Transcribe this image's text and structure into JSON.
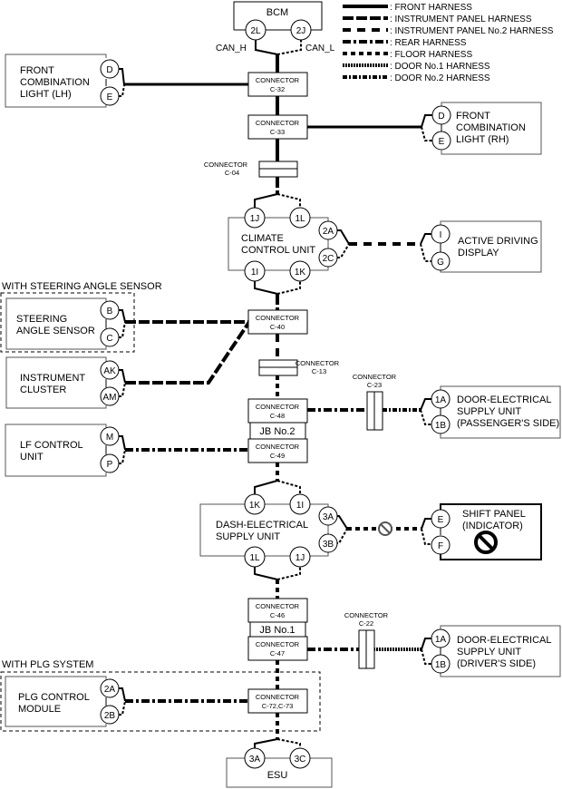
{
  "legend": [
    {
      "style": "front",
      "label": ": FRONT HARNESS"
    },
    {
      "style": "ip",
      "label": ": INSTRUMENT PANEL HARNESS"
    },
    {
      "style": "ip2",
      "label": ": INSTRUMENT PANEL No.2 HARNESS"
    },
    {
      "style": "rear",
      "label": ": REAR HARNESS"
    },
    {
      "style": "floor",
      "label": ": FLOOR HARNESS"
    },
    {
      "style": "door1",
      "label": ": DOOR No.1 HARNESS"
    },
    {
      "style": "door2",
      "label": ": DOOR No.2 HARNESS"
    }
  ],
  "bcm": {
    "name": "BCM",
    "pins": [
      "2L",
      "2J"
    ],
    "can_h": "CAN_H",
    "can_l": "CAN_L"
  },
  "connectors": {
    "c32": {
      "title": "CONNECTOR",
      "id": "C-32"
    },
    "c33": {
      "title": "CONNECTOR",
      "id": "C-33"
    },
    "c04": {
      "title": "CONNECTOR",
      "id": "C-04"
    },
    "c40": {
      "title": "CONNECTOR",
      "id": "C-40"
    },
    "c13": {
      "title": "CONNECTOR",
      "id": "C-13"
    },
    "c23": {
      "title": "CONNECTOR",
      "id": "C-23"
    },
    "c48": {
      "title": "CONNECTOR",
      "id": "C-48"
    },
    "c49": {
      "title": "CONNECTOR",
      "id": "C-49"
    },
    "c46": {
      "title": "CONNECTOR",
      "id": "C-46"
    },
    "c47": {
      "title": "CONNECTOR",
      "id": "C-47"
    },
    "c22": {
      "title": "CONNECTOR",
      "id": "C-22"
    },
    "c7273": {
      "title": "CONNECTOR",
      "id": "C-72,C-73"
    }
  },
  "jb2": "JB No.2",
  "jb1": "JB No.1",
  "fcl_lh": {
    "lines": [
      "FRONT",
      "COMBINATION",
      "LIGHT (LH)"
    ],
    "pins": [
      "D",
      "E"
    ]
  },
  "fcl_rh": {
    "lines": [
      "FRONT",
      "COMBINATION",
      "LIGHT (RH)"
    ],
    "pins": [
      "D",
      "E"
    ]
  },
  "ccu": {
    "lines": [
      "CLIMATE",
      "CONTROL UNIT"
    ],
    "pins_top": [
      "1J",
      "1L"
    ],
    "pins_bottom": [
      "1I",
      "1K"
    ],
    "pins_side": [
      "2A",
      "2C"
    ]
  },
  "add": {
    "lines": [
      "ACTIVE DRIVING",
      "DISPLAY"
    ],
    "pins": [
      "I",
      "G"
    ]
  },
  "sas_group": "WITH STEERING ANGLE SENSOR",
  "sas": {
    "lines": [
      "STEERING",
      "ANGLE SENSOR"
    ],
    "pins": [
      "B",
      "C"
    ]
  },
  "ic": {
    "lines": [
      "INSTRUMENT",
      "CLUSTER"
    ],
    "pins": [
      "AK",
      "AM"
    ]
  },
  "desu_ps": {
    "lines": [
      "DOOR-ELECTRICAL",
      "SUPPLY UNIT",
      "(PASSENGER'S SIDE)"
    ],
    "pins": [
      "1A",
      "1B"
    ]
  },
  "lf": {
    "lines": [
      "LF CONTROL",
      "UNIT"
    ],
    "pins": [
      "M",
      "P"
    ]
  },
  "dash": {
    "lines": [
      "DASH-ELECTRICAL",
      "SUPPLY UNIT"
    ],
    "pins_top": [
      "1K",
      "1I"
    ],
    "pins_bottom": [
      "1L",
      "1J"
    ],
    "pins_side": [
      "3A",
      "3B"
    ]
  },
  "shift": {
    "lines": [
      "SHIFT PANEL",
      "(INDICATOR)"
    ],
    "pins": [
      "E",
      "F"
    ]
  },
  "desu_ds": {
    "lines": [
      "DOOR-ELECTRICAL",
      "SUPPLY UNIT",
      "(DRIVER'S SIDE)"
    ],
    "pins": [
      "1A",
      "1B"
    ]
  },
  "plg_group": "WITH PLG SYSTEM",
  "plg": {
    "lines": [
      "PLG CONTROL",
      "MODULE"
    ],
    "pins": [
      "2A",
      "2B"
    ]
  },
  "esu": {
    "name": "ESU",
    "pins": [
      "3A",
      "3C"
    ]
  }
}
